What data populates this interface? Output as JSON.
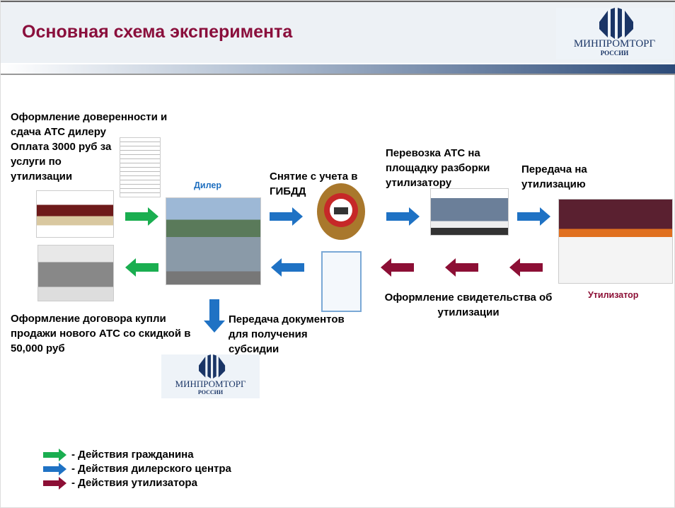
{
  "header": {
    "title": "Основная схема эксперимента",
    "logo_text": "МИНПРОМТОРГ",
    "logo_sub": "РОССИИ"
  },
  "colors": {
    "citizen": "#1aae50",
    "dealer": "#1f72c4",
    "utilizer": "#8c0f35",
    "title": "#8a0f3c"
  },
  "steps": {
    "power_of_attorney": "Оформление доверенности и сдача АТС дилеру Оплата 3000 руб за услуги по утилизации",
    "dealer_label": "Дилер",
    "deregistration": "Снятие с учета в ГИБДД",
    "transport": "Перевозка АТС на площадку разборки утилизатору",
    "handover": "Передача на утилизацию",
    "utilizer_label": "Утилизатор",
    "certificate": "Оформление свидетельства об утилизации",
    "new_car_contract": "Оформление договора купли продажи нового АТС со скидкой в 50,000 руб",
    "subsidy_docs": "Передача документов для получения субсидии"
  },
  "legend": [
    {
      "label": "- Действия гражданина"
    },
    {
      "label": "- Действия дилерского центра"
    },
    {
      "label": "- Действия утилизатора"
    }
  ]
}
